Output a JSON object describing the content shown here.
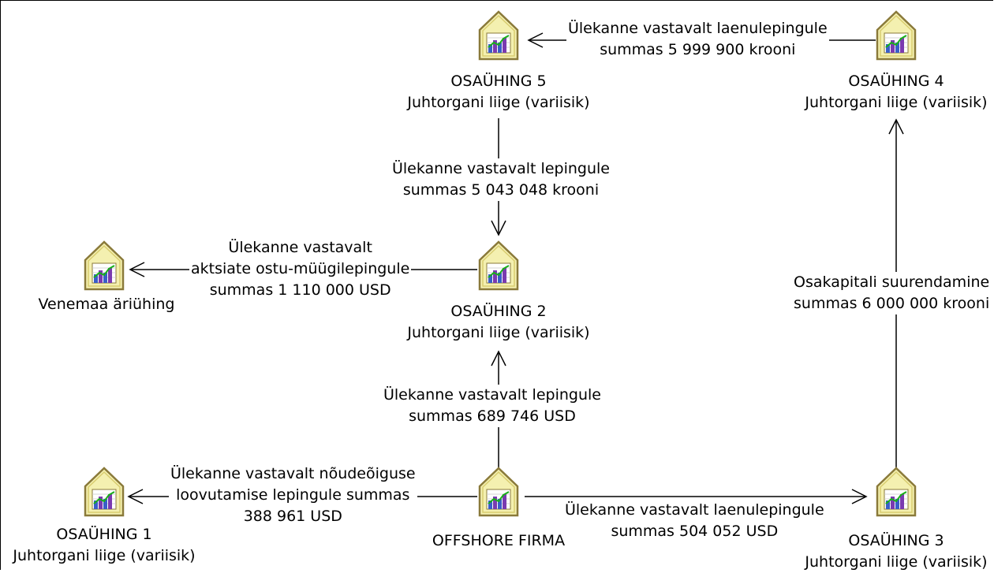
{
  "nodes": [
    {
      "id": "osayhing5",
      "line1": "OSAÜHING 5",
      "line2": "Juhtorgani liige (variisik)"
    },
    {
      "id": "osayhing4",
      "line1": "OSAÜHING 4",
      "line2": "Juhtorgani liige (variisik)"
    },
    {
      "id": "venemaa",
      "line1": "Venemaa äriühing",
      "line2": ""
    },
    {
      "id": "osayhing2",
      "line1": "OSAÜHING 2",
      "line2": "Juhtorgani liige (variisik)"
    },
    {
      "id": "osayhing1",
      "line1": "OSAÜHING 1",
      "line2": "Juhtorgani liige (variisik)"
    },
    {
      "id": "offshore",
      "line1": "OFFSHORE FIRMA",
      "line2": ""
    },
    {
      "id": "osayhing3",
      "line1": "OSAÜHING 3",
      "line2": "Juhtorgani liige (variisik)"
    }
  ],
  "edges": [
    {
      "id": "e4to5",
      "from": "osayhing4",
      "to": "osayhing5",
      "lines": [
        "Ülekanne vastavalt laenulepingule",
        "summas 5 999 900 krooni"
      ]
    },
    {
      "id": "e5to2",
      "from": "osayhing5",
      "to": "osayhing2",
      "lines": [
        "Ülekanne vastavalt lepingule",
        "summas 5 043 048 krooni"
      ]
    },
    {
      "id": "e2toV",
      "from": "osayhing2",
      "to": "venemaa",
      "lines": [
        "Ülekanne vastavalt",
        "aktsiate ostu-müügilepingule",
        "summas 1 110 000 USD"
      ]
    },
    {
      "id": "eOto2",
      "from": "offshore",
      "to": "osayhing2",
      "lines": [
        "Ülekanne vastavalt lepingule",
        "summas 689 746 USD"
      ]
    },
    {
      "id": "eOto1",
      "from": "offshore",
      "to": "osayhing1",
      "lines": [
        "Ülekanne vastavalt nõudeõiguse",
        "loovutamise lepingule summas",
        "388 961 USD"
      ]
    },
    {
      "id": "eOto3",
      "from": "offshore",
      "to": "osayhing3",
      "lines": [
        "Ülekanne vastavalt laenulepingule",
        "summas 504 052 USD"
      ]
    },
    {
      "id": "e3to4",
      "from": "osayhing3",
      "to": "osayhing4",
      "lines": [
        "Osakapitali suurendamine",
        "summas 6 000 000 krooni"
      ]
    }
  ],
  "icon": "company-building-chart-icon",
  "colors": {
    "icon_fill": "#f4f0b0",
    "icon_border": "#8a7a3a",
    "line": "#000000"
  }
}
